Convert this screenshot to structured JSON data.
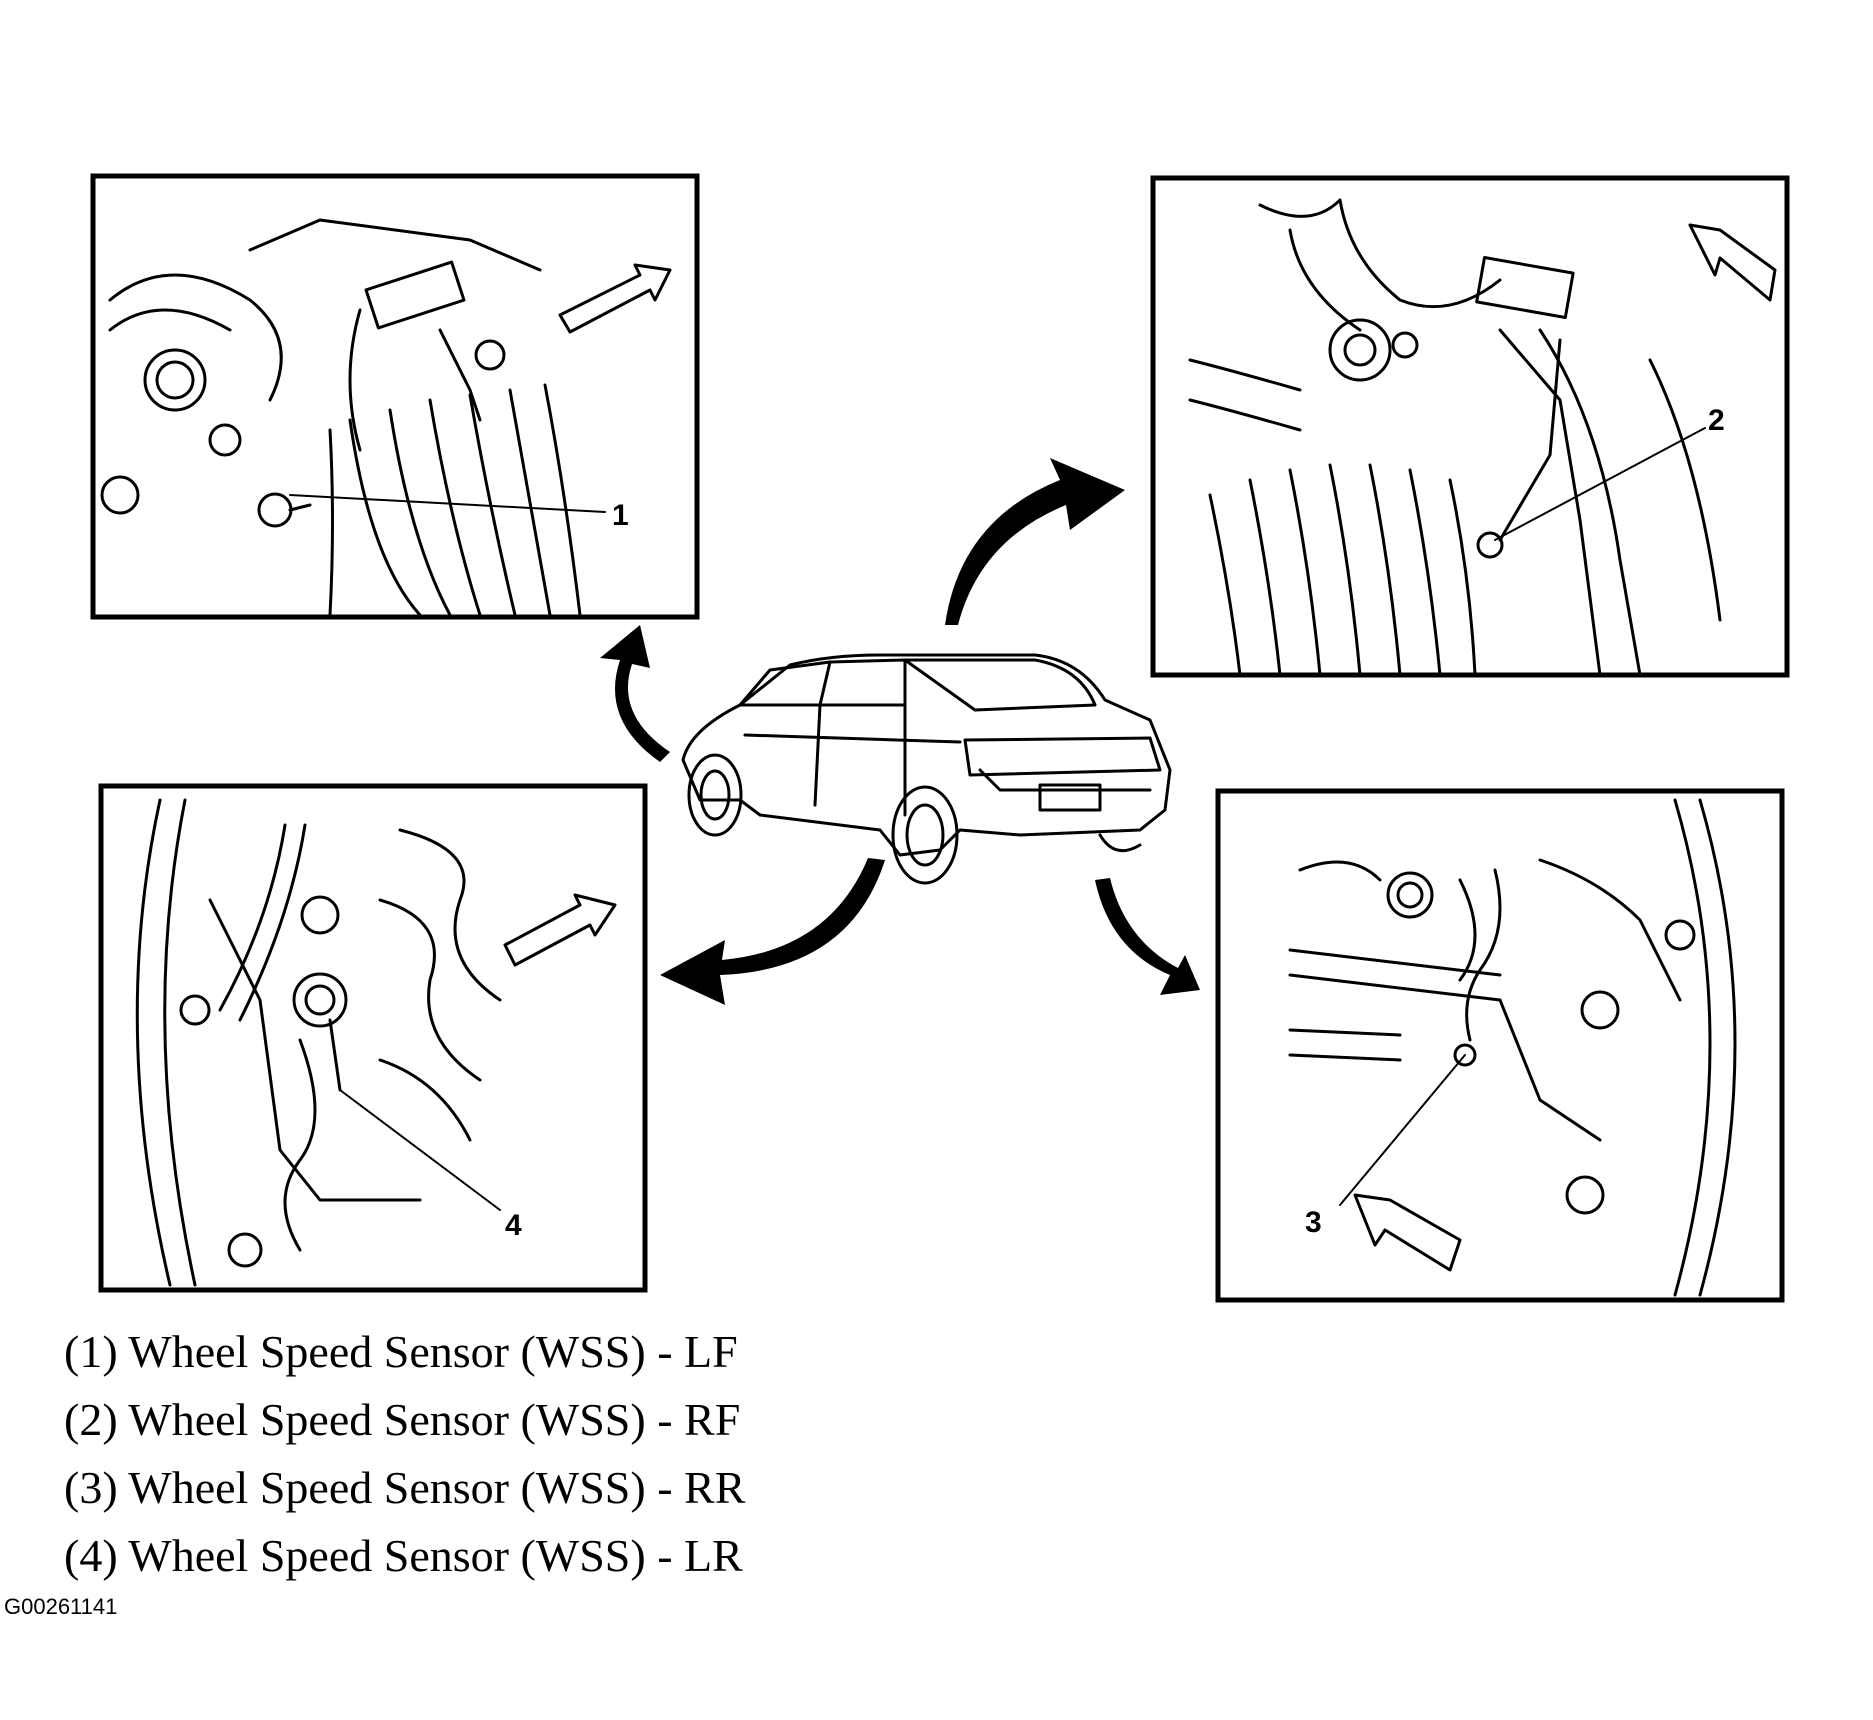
{
  "callouts": {
    "lf": "1",
    "rf": "2",
    "rr": "3",
    "lr": "4"
  },
  "legend": [
    "(1) Wheel Speed Sensor (WSS) - LF",
    "(2) Wheel Speed Sensor (WSS) - RF",
    "(3) Wheel Speed Sensor (WSS) - RR",
    "(4) Wheel Speed Sensor (WSS) - LR"
  ],
  "figure_id": "G00261141",
  "icons": [
    "direction-arrow-icon",
    "curved-arrow-icon",
    "vehicle-illustration"
  ]
}
